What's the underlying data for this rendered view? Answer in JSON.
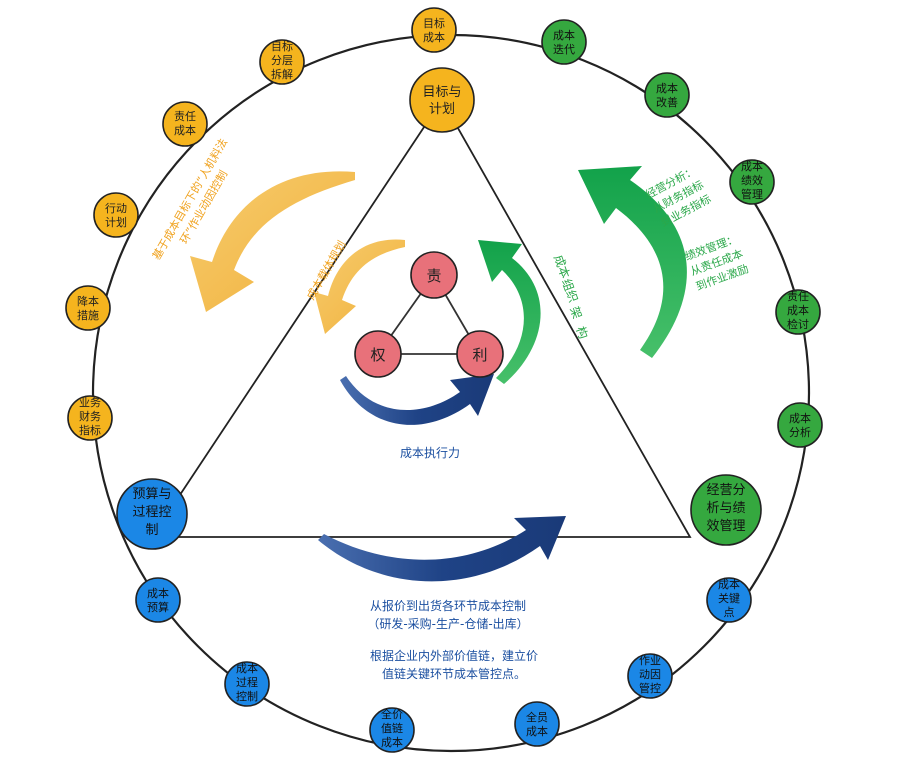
{
  "colors": {
    "orange": "#F5B41E",
    "green": "#35A83F",
    "blue": "#1B87E6",
    "red": "#E8717A",
    "navy": "#1F4386",
    "ring": "#222222",
    "arrow_yellow": "#F3BA4C",
    "arrow_green": "#17A84E",
    "text_orange": "#F0A21E",
    "text_green": "#2BA84A",
    "text_blue": "#1B4FA0"
  },
  "corners": {
    "top": {
      "l1": "目标与",
      "l2": "计划"
    },
    "left": {
      "l1": "预算与",
      "l2": "过程控",
      "l3": "制"
    },
    "right": {
      "l1": "经营分",
      "l2": "析与绩",
      "l3": "效管理"
    }
  },
  "center": {
    "ze": "责",
    "quan": "权",
    "li": "利"
  },
  "ring_nodes": {
    "mubiao_chengben": {
      "l1": "目标",
      "l2": "成本"
    },
    "mubiao_fenceng": {
      "l1": "目标",
      "l2": "分层",
      "l3": "拆解"
    },
    "zeren_chengben": {
      "l1": "责任",
      "l2": "成本"
    },
    "xingdong_jihua": {
      "l1": "行动",
      "l2": "计划"
    },
    "jiangben_cuoshi": {
      "l1": "降本",
      "l2": "措施"
    },
    "yewu_caiwu": {
      "l1": "业务",
      "l2": "财务",
      "l3": "指标"
    },
    "chengben_diedai": {
      "l1": "成本",
      "l2": "迭代"
    },
    "chengben_gaishan": {
      "l1": "成本",
      "l2": "改善"
    },
    "chengben_jixiao": {
      "l1": "成本",
      "l2": "绩效",
      "l3": "管理"
    },
    "zeren_jiantao": {
      "l1": "责任",
      "l2": "成本",
      "l3": "检讨"
    },
    "chengben_fenxi": {
      "l1": "成本",
      "l2": "分析"
    },
    "chengben_guanjian": {
      "l1": "成本",
      "l2": "关键",
      "l3": "点"
    },
    "zuoye_dongyin": {
      "l1": "作业",
      "l2": "动因",
      "l3": "管控"
    },
    "quanyuan_chengben": {
      "l1": "全员",
      "l2": "成本"
    },
    "quanjia_zhilian": {
      "l1": "全价",
      "l2": "值链",
      "l3": "成本"
    },
    "chengben_guocheng": {
      "l1": "成本",
      "l2": "过程",
      "l3": "控制"
    },
    "chengben_yusuan": {
      "l1": "成本",
      "l2": "预算"
    }
  },
  "annotations": {
    "left_rot_1": "基于成本目标下的“人机料法",
    "left_rot_2": "环”作业动因控制",
    "inner_rot": "成本载体规划",
    "org_1": "成本",
    "org_2": "组织",
    "org_3": "架",
    "org_4": "构",
    "jingying_1": "经营分析：",
    "jingying_2": "从财务指标",
    "jingying_3": "到业务指标",
    "jixiao_1": "绩效管理：",
    "jixiao_2": "从责任成本",
    "jixiao_3": "到作业激励",
    "exec": "成本执行力",
    "bottom_1": "从报价到出货各环节成本控制",
    "bottom_2": "（研发-采购-生产-仓储-出库）",
    "bottom_3": "根据企业内外部价值链，建立价",
    "bottom_4": "值链关键环节成本管控点。"
  }
}
